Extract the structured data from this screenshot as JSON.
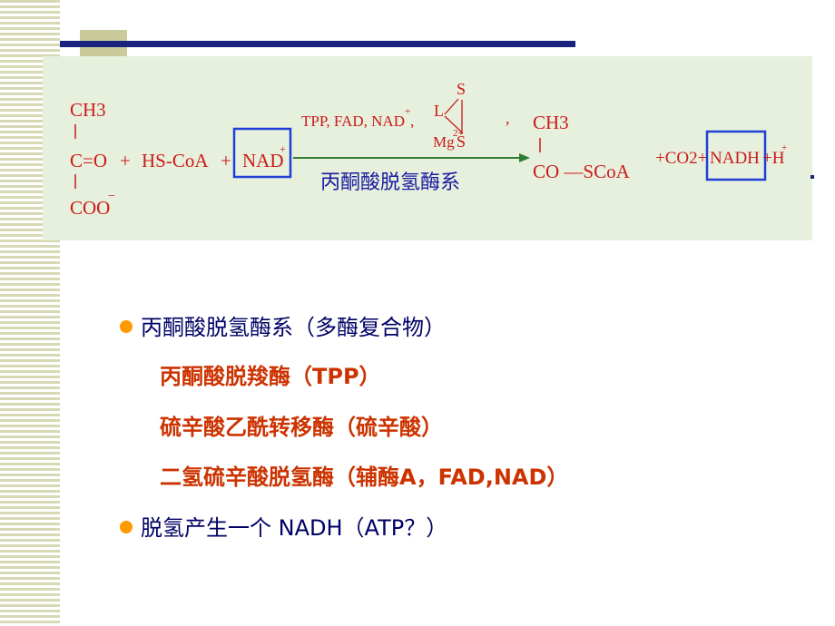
{
  "equation": {
    "substrate": {
      "top": "CH3",
      "middle": "C=O",
      "bottom": "COO",
      "bottom_sup": "−"
    },
    "plus1": "+",
    "coa": "HS-CoA",
    "plus2": "+",
    "nad": "NAD",
    "nad_sup": "+",
    "cofactors": "TPP, FAD, NAD",
    "cofactors_sup": "+",
    "cofactors_comma": ",",
    "lipoic_L": "L",
    "lipoic_S_top": "S",
    "lipoic_S_bottom": "S",
    "mg": "Mg",
    "mg_sup": "2+",
    "enzyme_label": "丙酮酸脱氢酶系",
    "separator_comma": ",",
    "product": {
      "top": "CH3",
      "bottom": "CO —SCoA"
    },
    "co2": "+CO2+",
    "nadh": "NADH",
    "h": "+H",
    "h_sup": "+"
  },
  "bullets": [
    {
      "text": "丙酮酸脱氢酶系（多酶复合物）",
      "level": 1
    },
    {
      "text": "丙酮酸脱羧酶（TPP）",
      "level": 2
    },
    {
      "text": "硫辛酸乙酰转移酶（硫辛酸）",
      "level": 2
    },
    {
      "text": "二氢硫辛酸脱氢酶（辅酶A，FAD,NAD）",
      "level": 2
    },
    {
      "text": "脱氢产生一个 NADH（ATP？）",
      "level": 1
    }
  ],
  "colors": {
    "panel_bg": "#e6f0dd",
    "equation_text": "#cc1a1a",
    "highlight_box": "#1f3fd6",
    "arrow": "#2e7d32",
    "bullet_dot": "#ff9900",
    "level1_text": "#000066",
    "level2_text": "#cc3300",
    "title_bar": "#1a237e"
  }
}
